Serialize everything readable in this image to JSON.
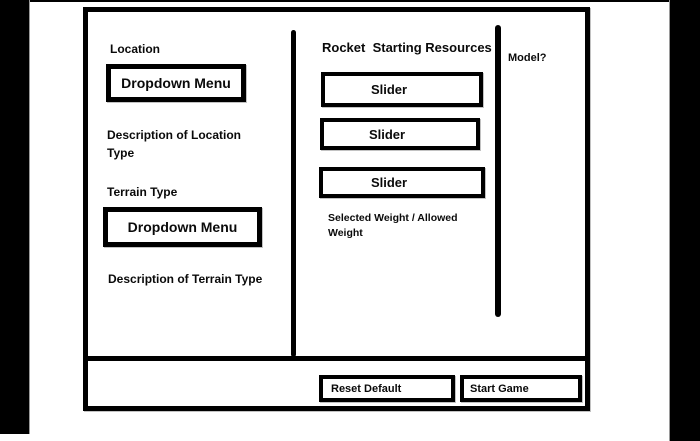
{
  "colors": {
    "ink": "#000000",
    "canvas": "#ffffff"
  },
  "left_panel": {
    "location_label": "Location",
    "location_dropdown_label": "Dropdown Menu",
    "location_description": "Description of Location Type",
    "terrain_label": "Terrain Type",
    "terrain_dropdown_label": "Dropdown Menu",
    "terrain_description": "Description of Terrain Type"
  },
  "right_panel": {
    "title": "Rocket  Starting Resources",
    "sliders": [
      {
        "label": "Slider"
      },
      {
        "label": "Slider"
      },
      {
        "label": "Slider"
      }
    ],
    "weight_label": "Selected Weight / Allowed Weight"
  },
  "side_note": {
    "model_label": "Model?"
  },
  "footer": {
    "reset_button_label": "Reset Default",
    "start_button_label": "Start Game"
  }
}
